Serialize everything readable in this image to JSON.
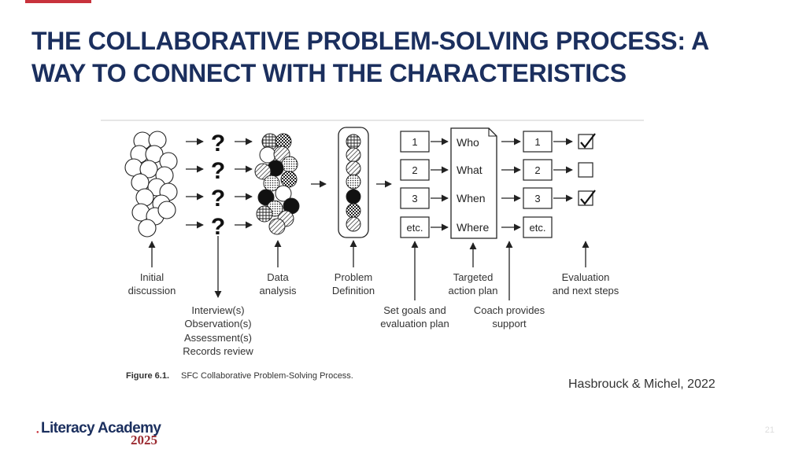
{
  "slide": {
    "title": "THE COLLABORATIVE PROBLEM-SOLVING PROCESS: A WAY TO CONNECT WITH THE CHARACTERISTICS",
    "citation": "Hasbrouck & Michel, 2022",
    "page_number": "21",
    "accent_color": "#c8323c",
    "title_color": "#1b2f5e"
  },
  "logo": {
    "name": "Literacy Academy",
    "year": "2025"
  },
  "figure": {
    "question_mark": "?",
    "numbered_boxes_left": [
      "1",
      "2",
      "3",
      "etc."
    ],
    "numbered_boxes_right": [
      "1",
      "2",
      "3",
      "etc."
    ],
    "action_plan_words": [
      "Who",
      "What",
      "When",
      "Where"
    ],
    "checkbox_states": [
      true,
      false,
      true
    ],
    "labels": {
      "initial_discussion": [
        "Initial",
        "discussion"
      ],
      "interviews": [
        "Interview(s)",
        "Observation(s)",
        "Assessment(s)",
        "Records review"
      ],
      "data_analysis": [
        "Data",
        "analysis"
      ],
      "problem_definition": [
        "Problem",
        "Definition"
      ],
      "set_goals": [
        "Set goals and",
        "evaluation plan"
      ],
      "targeted_action_plan": [
        "Targeted",
        "action plan"
      ],
      "coach_support": [
        "Coach provides",
        "support"
      ],
      "evaluation": [
        "Evaluation",
        "and next steps"
      ]
    },
    "caption_label": "Figure 6.1.",
    "caption_text": "SFC Collaborative Problem-Solving Process."
  }
}
